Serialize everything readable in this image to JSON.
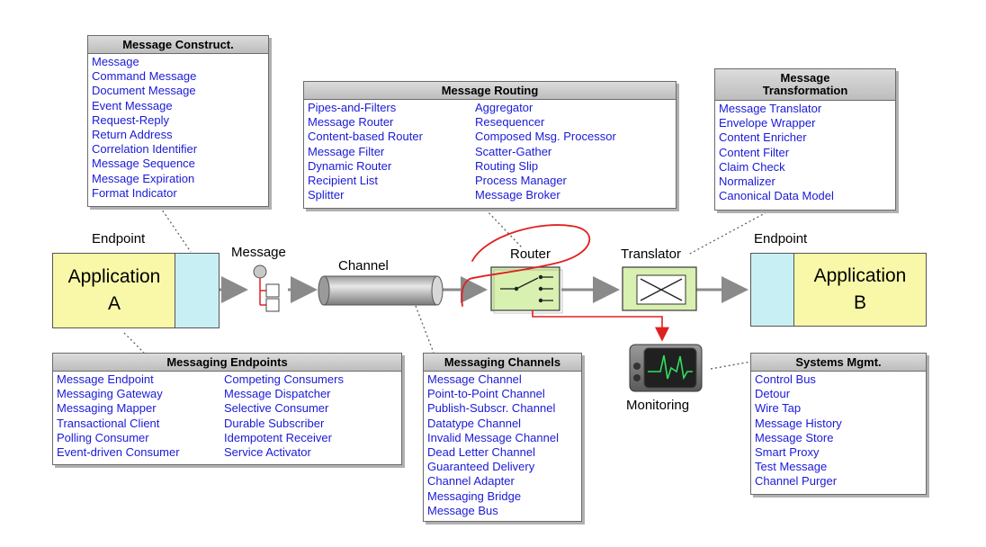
{
  "construct": {
    "title": "Message Construct.",
    "items": [
      "Message",
      "Command Message",
      "Document Message",
      "Event Message",
      "Request-Reply",
      "Return Address",
      "Correlation Identifier",
      "Message Sequence",
      "Message Expiration",
      "Format Indicator"
    ]
  },
  "routing": {
    "title": "Message Routing",
    "col1": [
      "Pipes-and-Filters",
      "Message Router",
      "Content-based Router",
      "Message Filter",
      "Dynamic Router",
      "Recipient List",
      "Splitter"
    ],
    "col2": [
      "Aggregator",
      "Resequencer",
      "Composed Msg. Processor",
      "Scatter-Gather",
      "Routing Slip",
      "Process Manager",
      "Message Broker"
    ]
  },
  "transformation": {
    "title_line1": "Message",
    "title_line2": "Transformation",
    "items": [
      "Message Translator",
      "Envelope Wrapper",
      "Content Enricher",
      "Content Filter",
      "Claim Check",
      "Normalizer",
      "Canonical Data Model"
    ]
  },
  "endpoints": {
    "title": "Messaging Endpoints",
    "col1": [
      "Message Endpoint",
      "Messaging Gateway",
      "Messaging Mapper",
      "Transactional Client",
      "Polling Consumer",
      "Event-driven Consumer"
    ],
    "col2": [
      "Competing Consumers",
      "Message Dispatcher",
      "Selective Consumer",
      "Durable Subscriber",
      "Idempotent Receiver",
      "Service Activator"
    ]
  },
  "channels": {
    "title": "Messaging Channels",
    "items": [
      "Message Channel",
      "Point-to-Point Channel",
      "Publish-Subscr. Channel",
      "Datatype Channel",
      "Invalid Message Channel",
      "Dead Letter Channel",
      "Guaranteed Delivery",
      "Channel Adapter",
      "Messaging Bridge",
      "Message Bus"
    ]
  },
  "systems": {
    "title": "Systems Mgmt.",
    "items": [
      "Control Bus",
      "Detour",
      "Wire Tap",
      "Message History",
      "Message Store",
      "Smart Proxy",
      "Test Message",
      "Channel Purger"
    ]
  },
  "flow": {
    "endpoint_left": "Endpoint",
    "endpoint_right": "Endpoint",
    "app_a_line1": "Application",
    "app_a_line2": "A",
    "app_b_line1": "Application",
    "app_b_line2": "B",
    "message": "Message",
    "channel": "Channel",
    "router": "Router",
    "translator": "Translator",
    "monitoring": "Monitoring"
  },
  "colors": {
    "link_text": "#1a1ad8",
    "app_fill": "#f8f8a8",
    "port_fill": "#c8f0f4",
    "component_fill": "#d8f0b0",
    "annotation": "#e02020",
    "monitor_trace": "#30e060"
  }
}
